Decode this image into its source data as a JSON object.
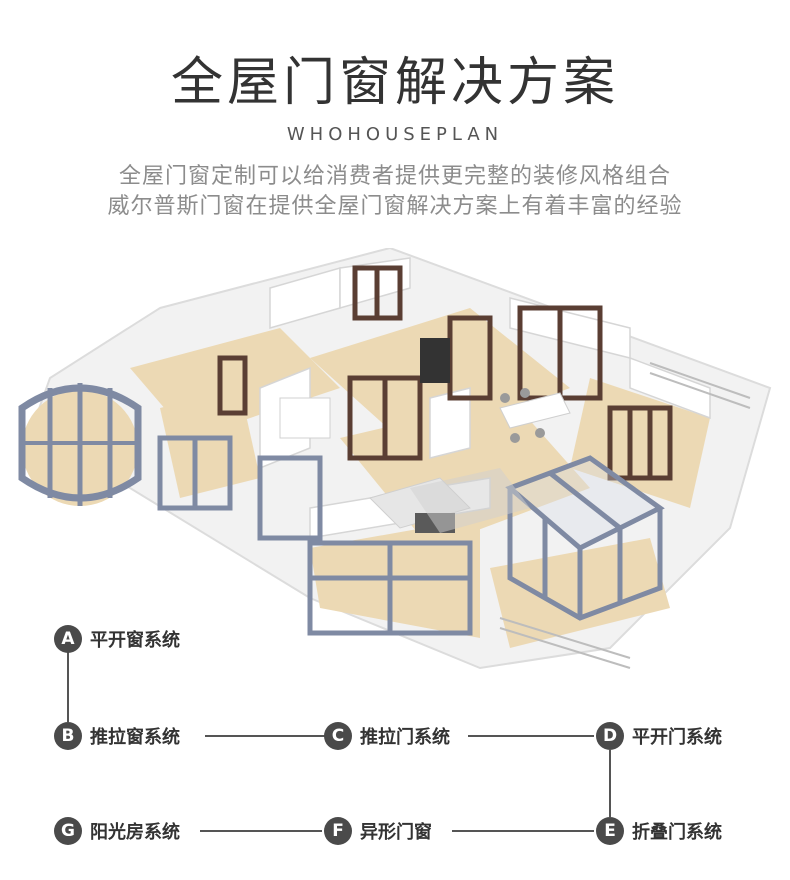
{
  "header": {
    "title": "全屋门窗解决方案",
    "subtitle_en": "WHOHOUSEPLAN",
    "desc_line1": "全屋门窗定制可以给消费者提供更完整的装修风格组合",
    "desc_line2": "威尔普斯门窗在提供全屋门窗解决方案上有着丰富的经验"
  },
  "colors": {
    "badge": "#4a4a4a",
    "frame_gray": "#7f8aa3",
    "frame_brown": "#5a3e33",
    "floor": "#ecd9b4",
    "wall": "#f4f4f4"
  },
  "legend": {
    "A": {
      "letter": "A",
      "label": "平开窗系统"
    },
    "B": {
      "letter": "B",
      "label": "推拉窗系统"
    },
    "C": {
      "letter": "C",
      "label": "推拉门系统"
    },
    "D": {
      "letter": "D",
      "label": "平开门系统"
    },
    "E": {
      "letter": "E",
      "label": "折叠门系统"
    },
    "F": {
      "letter": "F",
      "label": "异形门窗"
    },
    "G": {
      "letter": "G",
      "label": "阳光房系统"
    }
  }
}
